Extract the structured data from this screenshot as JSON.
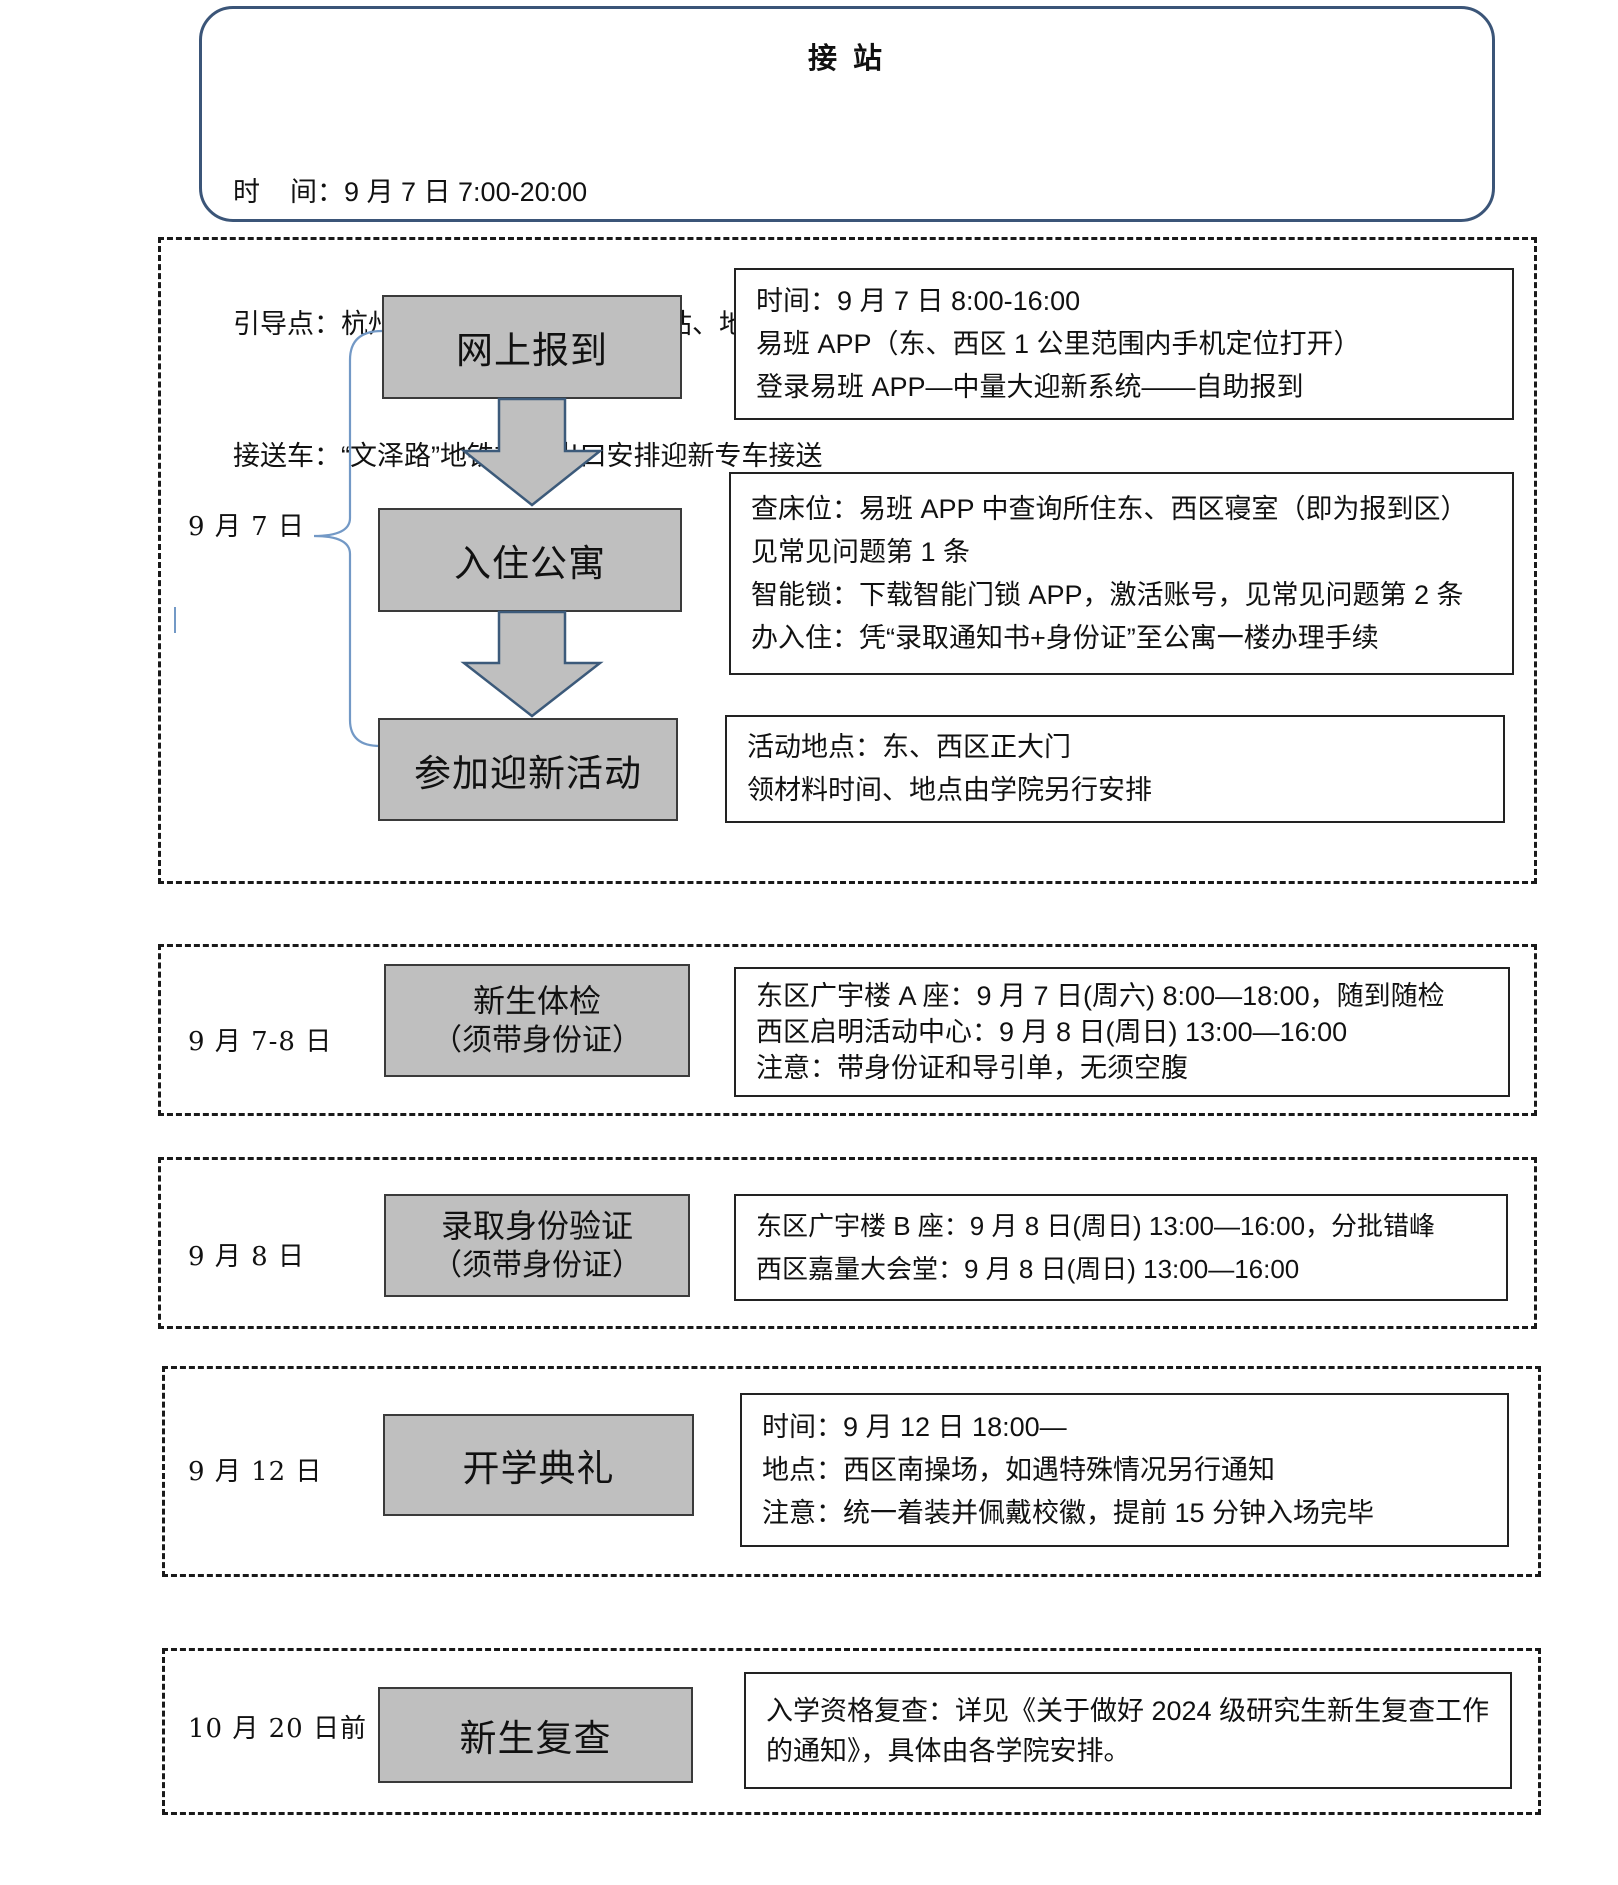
{
  "pickup": {
    "title": "接 站",
    "lines": [
      "时    间：9 月 7 日 7:00-20:00",
      "引导点：杭州火车城站、杭州火车东站、地铁一号线文泽路站",
      "接送车：“文泽路”地铁站 A 出口安排迎新专车接送"
    ]
  },
  "day_sep7": {
    "date": "9 月 7 日",
    "steps": [
      {
        "label": "网上报到",
        "details": [
          "时间：9 月 7 日 8:00-16:00",
          "易班 APP（东、西区 1 公里范围内手机定位打开）",
          "登录易班 APP—中量大迎新系统——自助报到"
        ]
      },
      {
        "label": "入住公寓",
        "details": [
          "查床位：易班 APP 中查询所住东、西区寝室（即为报到区）",
          "见常见问题第 1 条",
          "智能锁：下载智能门锁 APP，激活账号，见常见问题第 2 条",
          "办入住：凭“录取通知书+身份证”至公寓一楼办理手续"
        ]
      },
      {
        "label": "参加迎新活动",
        "details": [
          "活动地点：东、西区正大门",
          "领材料时间、地点由学院另行安排"
        ]
      }
    ]
  },
  "physical_exam": {
    "date": "9 月 7-8 日",
    "label_lines": [
      "新生体检",
      "（须带身份证）"
    ],
    "details": [
      "东区广宇楼 A 座：9 月 7 日(周六) 8:00—18:00，随到随检",
      "西区启明活动中心：9 月 8 日(周日) 13:00—16:00",
      "注意：带身份证和导引单，无须空腹"
    ]
  },
  "identity_check": {
    "date": "9 月 8 日",
    "label_lines": [
      "录取身份验证",
      "（须带身份证）"
    ],
    "details": [
      "东区广宇楼 B 座：9 月 8 日(周日) 13:00—16:00，分批错峰",
      "西区嘉量大会堂：9 月 8 日(周日) 13:00—16:00"
    ]
  },
  "opening_ceremony": {
    "date": "9 月 12 日",
    "label": "开学典礼",
    "details": [
      "时间：9 月 12 日 18:00—",
      "地点：西区南操场，如遇特殊情况另行通知",
      "注意：统一着装并佩戴校徽，提前 15 分钟入场完毕"
    ]
  },
  "re_examination": {
    "date": "10 月 20 日前",
    "label": "新生复查",
    "details": [
      "入学资格复查：详见《关于做好 2024 级研究生新生复查工作的通知》，具体由各学院安排。"
    ]
  },
  "colors": {
    "step_fill": "#bfbfbf",
    "step_border": "#3a3a3a",
    "arrow_stroke": "#3c5a7a",
    "brace": "#7399c6",
    "pickup_border": "#3b5578"
  },
  "icons": {
    "arrow": "down-arrow-icon",
    "brace": "curly-brace"
  }
}
